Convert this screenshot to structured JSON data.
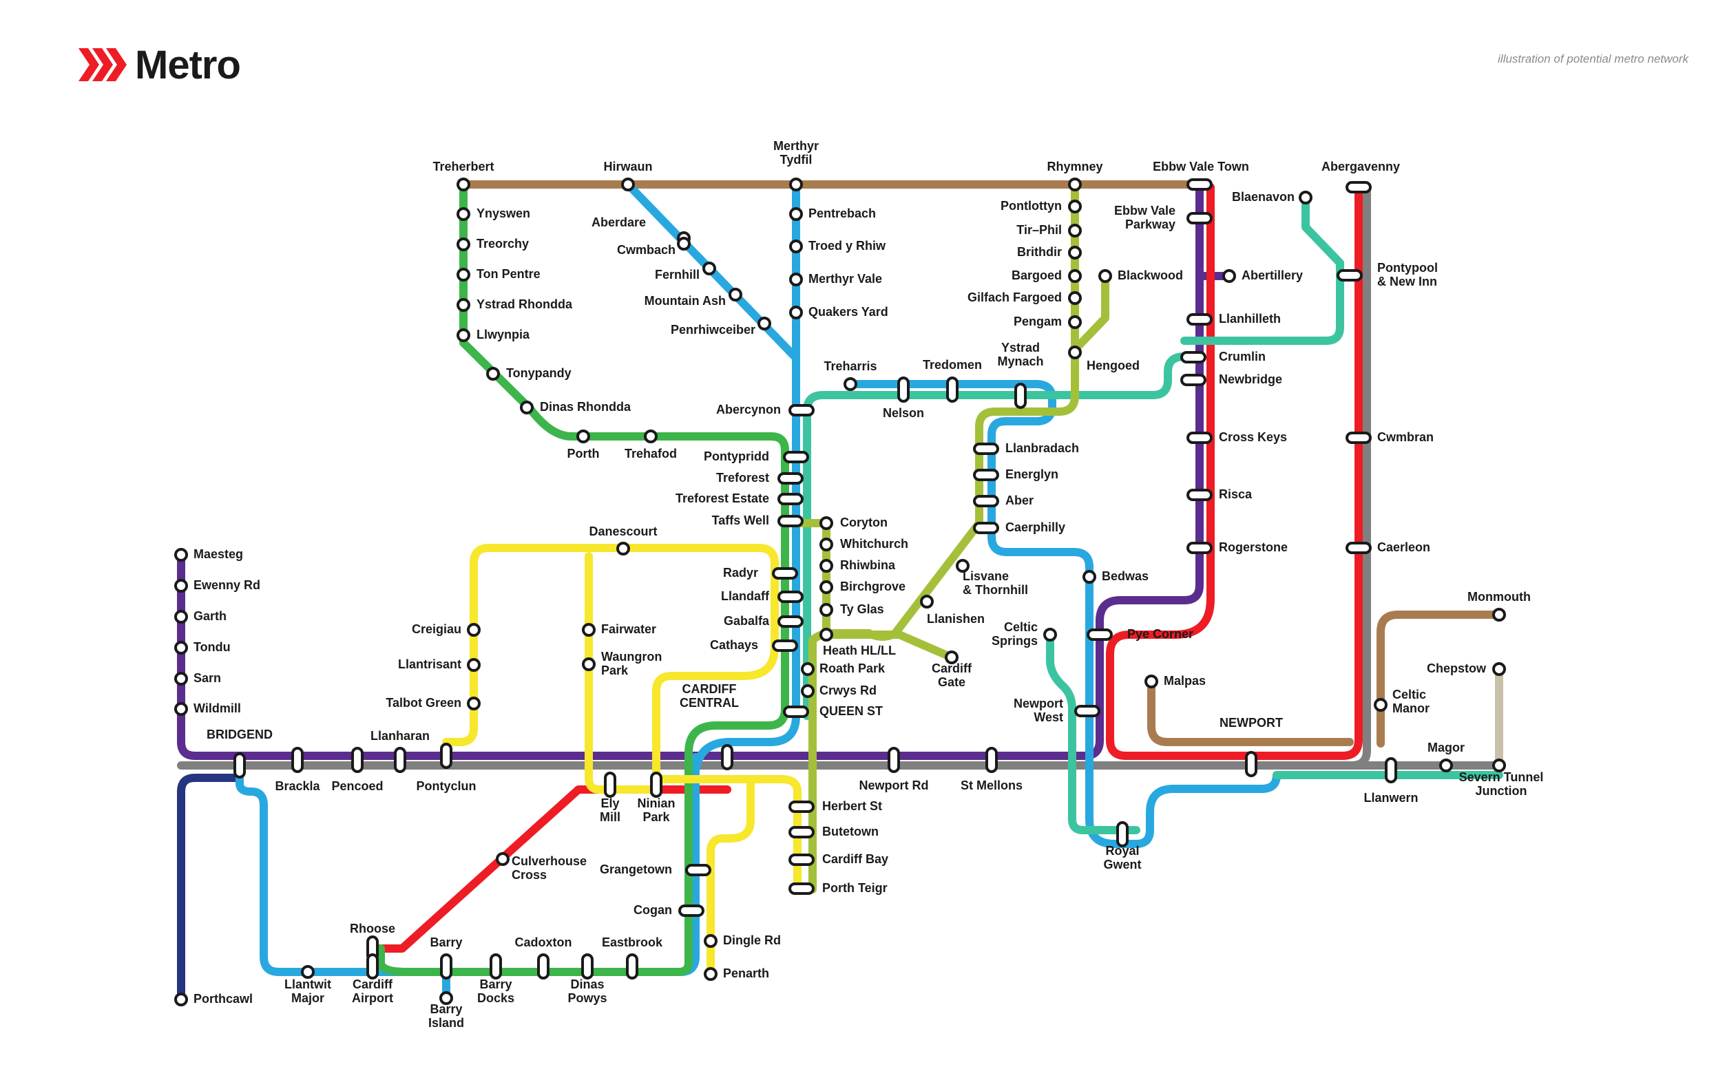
{
  "header": {
    "logo_text": "Metro",
    "logo_icon": "triple-chevron-icon",
    "caption": "illustration of potential metro network"
  },
  "colors": {
    "brown": "#a97c50",
    "blue": "#29a8e0",
    "teal": "#3cc4a0",
    "green": "#3db54a",
    "olive": "#a4c03a",
    "yellow": "#f7e72d",
    "purple": "#5b2d8e",
    "red": "#ee1c25",
    "grey": "#808080",
    "navy": "#26357f",
    "sand": "#c8c0a8",
    "accent_red": "#ee1c25"
  },
  "stations": [
    {
      "id": "treherbert",
      "label": "Treherbert"
    },
    {
      "id": "hirwaun",
      "label": "Hirwaun"
    },
    {
      "id": "merthyr_tydfil",
      "label": "Merthyr Tydfil"
    },
    {
      "id": "rhymney",
      "label": "Rhymney"
    },
    {
      "id": "ebbw_vale_town",
      "label": "Ebbw Vale Town"
    },
    {
      "id": "abergavenny",
      "label": "Abergavenny"
    },
    {
      "id": "ynyswen",
      "label": "Ynyswen"
    },
    {
      "id": "treorchy",
      "label": "Treorchy"
    },
    {
      "id": "ton_pentre",
      "label": "Ton Pentre"
    },
    {
      "id": "ystrad_rhondda",
      "label": "Ystrad Rhondda"
    },
    {
      "id": "llwynpia",
      "label": "Llwynpia"
    },
    {
      "id": "tonypandy",
      "label": "Tonypandy"
    },
    {
      "id": "dinas_rhondda",
      "label": "Dinas Rhondda"
    },
    {
      "id": "porth",
      "label": "Porth"
    },
    {
      "id": "trehafod",
      "label": "Trehafod"
    },
    {
      "id": "aberdare",
      "label": "Aberdare"
    },
    {
      "id": "cwmbach",
      "label": "Cwmbach"
    },
    {
      "id": "fernhill",
      "label": "Fernhill"
    },
    {
      "id": "mountain_ash",
      "label": "Mountain Ash"
    },
    {
      "id": "penrhiwceiber",
      "label": "Penrhiwceiber"
    },
    {
      "id": "pentrebach",
      "label": "Pentrebach"
    },
    {
      "id": "troed_y_rhiw",
      "label": "Troed y Rhiw"
    },
    {
      "id": "merthyr_vale",
      "label": "Merthyr Vale"
    },
    {
      "id": "quakers_yard",
      "label": "Quakers Yard"
    },
    {
      "id": "abercynon",
      "label": "Abercynon"
    },
    {
      "id": "pontypridd",
      "label": "Pontypridd"
    },
    {
      "id": "treforest",
      "label": "Treforest"
    },
    {
      "id": "treforest_estate",
      "label": "Treforest Estate"
    },
    {
      "id": "taffs_well",
      "label": "Taffs Well"
    },
    {
      "id": "radyr",
      "label": "Radyr"
    },
    {
      "id": "llandaff",
      "label": "Llandaff"
    },
    {
      "id": "gabalfa",
      "label": "Gabalfa"
    },
    {
      "id": "cathays",
      "label": "Cathays"
    },
    {
      "id": "queen_st",
      "label": "QUEEN ST"
    },
    {
      "id": "cardiff_central",
      "label": "CARDIFF CENTRAL"
    },
    {
      "id": "treharris",
      "label": "Treharris"
    },
    {
      "id": "nelson",
      "label": "Nelson"
    },
    {
      "id": "tredomen",
      "label": "Tredomen"
    },
    {
      "id": "ystrad_mynach",
      "label": "Ystrad Mynach"
    },
    {
      "id": "pontlottyn",
      "label": "Pontlottyn"
    },
    {
      "id": "tir_phil",
      "label": "Tir–Phil"
    },
    {
      "id": "brithdir",
      "label": "Brithdir"
    },
    {
      "id": "bargoed",
      "label": "Bargoed"
    },
    {
      "id": "gilfach_fargoed",
      "label": "Gilfach Fargoed"
    },
    {
      "id": "pengam",
      "label": "Pengam"
    },
    {
      "id": "hengoed",
      "label": "Hengoed"
    },
    {
      "id": "blackwood",
      "label": "Blackwood"
    },
    {
      "id": "llanbradach",
      "label": "Llanbradach"
    },
    {
      "id": "energlyn",
      "label": "Energlyn"
    },
    {
      "id": "aber",
      "label": "Aber"
    },
    {
      "id": "caerphilly",
      "label": "Caerphilly"
    },
    {
      "id": "lisvane",
      "label": "Lisvane & Thornhill"
    },
    {
      "id": "llanishen",
      "label": "Llanishen"
    },
    {
      "id": "cardiff_gate",
      "label": "Cardiff Gate"
    },
    {
      "id": "coryton",
      "label": "Coryton"
    },
    {
      "id": "whitchurch",
      "label": "Whitchurch"
    },
    {
      "id": "rhiwbina",
      "label": "Rhiwbina"
    },
    {
      "id": "birchgrove",
      "label": "Birchgrove"
    },
    {
      "id": "ty_glas",
      "label": "Ty Glas"
    },
    {
      "id": "heath",
      "label": "Heath HL/LL"
    },
    {
      "id": "roath_park",
      "label": "Roath Park"
    },
    {
      "id": "crwys_rd",
      "label": "Crwys Rd"
    },
    {
      "id": "herbert_st",
      "label": "Herbert St"
    },
    {
      "id": "butetown",
      "label": "Butetown"
    },
    {
      "id": "cardiff_bay",
      "label": "Cardiff Bay"
    },
    {
      "id": "porth_teigr",
      "label": "Porth Teigr"
    },
    {
      "id": "ebbw_vale_parkway",
      "label": "Ebbw Vale Parkway"
    },
    {
      "id": "abertillery",
      "label": "Abertillery"
    },
    {
      "id": "llanhilleth",
      "label": "Llanhilleth"
    },
    {
      "id": "crumlin",
      "label": "Crumlin"
    },
    {
      "id": "newbridge",
      "label": "Newbridge"
    },
    {
      "id": "cross_keys",
      "label": "Cross Keys"
    },
    {
      "id": "risca",
      "label": "Risca"
    },
    {
      "id": "rogerstone",
      "label": "Rogerstone"
    },
    {
      "id": "blaenavon",
      "label": "Blaenavon"
    },
    {
      "id": "pontypool",
      "label": "Pontypool & New Inn"
    },
    {
      "id": "cwmbran",
      "label": "Cwmbran"
    },
    {
      "id": "caerleon",
      "label": "Caerleon"
    },
    {
      "id": "monmouth",
      "label": "Monmouth"
    },
    {
      "id": "chepstow",
      "label": "Chepstow"
    },
    {
      "id": "celtic_manor",
      "label": "Celtic Manor"
    },
    {
      "id": "magor",
      "label": "Magor"
    },
    {
      "id": "severn_tunnel",
      "label": "Severn Tunnel Junction"
    },
    {
      "id": "llanwern",
      "label": "Llanwern"
    },
    {
      "id": "newport",
      "label": "NEWPORT"
    },
    {
      "id": "malpas",
      "label": "Malpas"
    },
    {
      "id": "pye_corner",
      "label": "Pye Corner"
    },
    {
      "id": "bedwas",
      "label": "Bedwas"
    },
    {
      "id": "celtic_springs",
      "label": "Celtic Springs"
    },
    {
      "id": "newport_west",
      "label": "Newport West"
    },
    {
      "id": "royal_gwent",
      "label": "Royal Gwent"
    },
    {
      "id": "newport_rd",
      "label": "Newport Rd"
    },
    {
      "id": "st_mellons",
      "label": "St Mellons"
    },
    {
      "id": "maesteg",
      "label": "Maesteg"
    },
    {
      "id": "ewenny_rd",
      "label": "Ewenny Rd"
    },
    {
      "id": "garth",
      "label": "Garth"
    },
    {
      "id": "tondu",
      "label": "Tondu"
    },
    {
      "id": "sarn",
      "label": "Sarn"
    },
    {
      "id": "wildmill",
      "label": "Wildmill"
    },
    {
      "id": "bridgend",
      "label": "BRIDGEND"
    },
    {
      "id": "brackla",
      "label": "Brackla"
    },
    {
      "id": "pencoed",
      "label": "Pencoed"
    },
    {
      "id": "llanharan",
      "label": "Llanharan"
    },
    {
      "id": "pontyclun",
      "label": "Pontyclun"
    },
    {
      "id": "creigiau",
      "label": "Creigiau"
    },
    {
      "id": "llantrisant",
      "label": "Llantrisant"
    },
    {
      "id": "talbot_green",
      "label": "Talbot Green"
    },
    {
      "id": "danescourt",
      "label": "Danescourt"
    },
    {
      "id": "fairwater",
      "label": "Fairwater"
    },
    {
      "id": "waungron_park",
      "label": "Waungron Park"
    },
    {
      "id": "ely_mill",
      "label": "Ely Mill"
    },
    {
      "id": "ninian_park",
      "label": "Ninian Park"
    },
    {
      "id": "culverhouse_cross",
      "label": "Culverhouse Cross"
    },
    {
      "id": "grangetown",
      "label": "Grangetown"
    },
    {
      "id": "cogan",
      "label": "Cogan"
    },
    {
      "id": "dingle_rd",
      "label": "Dingle Rd"
    },
    {
      "id": "penarth",
      "label": "Penarth"
    },
    {
      "id": "rhoose",
      "label": "Rhoose"
    },
    {
      "id": "cardiff_airport",
      "label": "Cardiff Airport"
    },
    {
      "id": "llantwit_major",
      "label": "Llantwit Major"
    },
    {
      "id": "barry",
      "label": "Barry"
    },
    {
      "id": "barry_island",
      "label": "Barry Island"
    },
    {
      "id": "barry_docks",
      "label": "Barry Docks"
    },
    {
      "id": "cadoxton",
      "label": "Cadoxton"
    },
    {
      "id": "dinas_powys",
      "label": "Dinas Powys"
    },
    {
      "id": "eastbrook",
      "label": "Eastbrook"
    },
    {
      "id": "porthcawl",
      "label": "Porthcawl"
    }
  ]
}
